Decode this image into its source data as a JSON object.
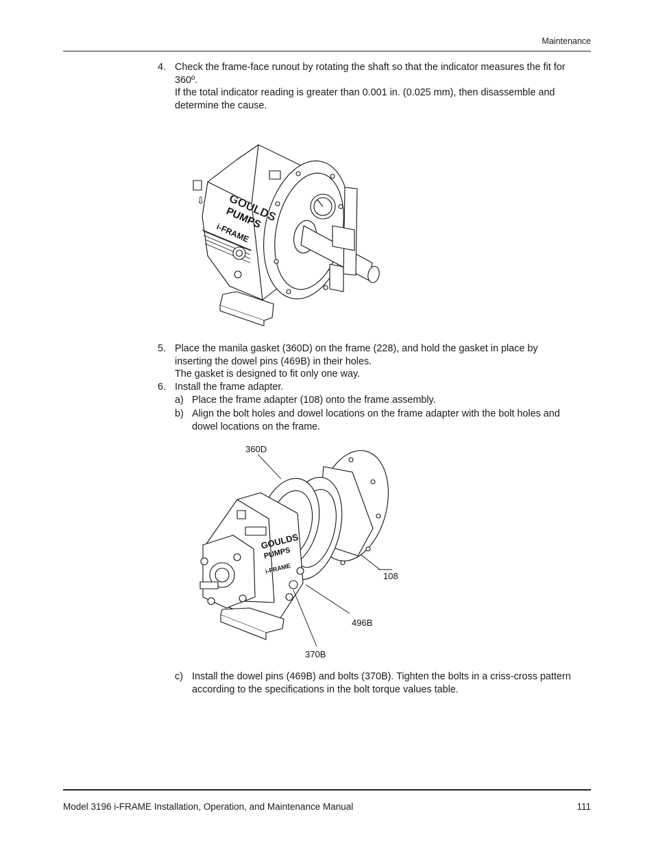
{
  "header": {
    "section": "Maintenance"
  },
  "steps": {
    "s4": {
      "num": "4.",
      "line1": "Check the frame-face runout by rotating the shaft so that the indicator measures the fit for",
      "line2": "360º.",
      "line3": "If the total indicator reading is greater than 0.001 in. (0.025 mm), then disassemble and",
      "line4": "determine the cause."
    },
    "s5": {
      "num": "5.",
      "line1": "Place the manila gasket (360D) on the frame (228), and hold the gasket in place by",
      "line2": "inserting the dowel pins (469B) in their holes.",
      "line3": "The gasket is designed to fit only one way."
    },
    "s6": {
      "num": "6.",
      "line1": "Install the frame adapter.",
      "a_num": "a)",
      "a_line1": "Place the frame adapter (108) onto the frame assembly.",
      "b_num": "b)",
      "b_line1": "Align the bolt holes and dowel locations on the frame adapter with the bolt holes and",
      "b_line2": "dowel locations on the frame.",
      "c_num": "c)",
      "c_line1": "Install the dowel pins (469B) and bolts (370B). Tighten the bolts in a criss-cross pattern",
      "c_line2": "according to the specifications in the bolt torque values table."
    }
  },
  "figure1": {
    "brand1": "GOULDS",
    "brand2": "PUMPS",
    "brand3": "i-FRAME"
  },
  "figure2": {
    "callouts": {
      "c360d": "360D",
      "c108": "108",
      "c496b": "496B",
      "c370b": "370B"
    },
    "brand1": "GOULDS",
    "brand2": "PUMPS",
    "brand3": "i-FRAME"
  },
  "footer": {
    "title": "Model 3196 i-FRAME Installation, Operation, and Maintenance Manual",
    "page": "111"
  }
}
